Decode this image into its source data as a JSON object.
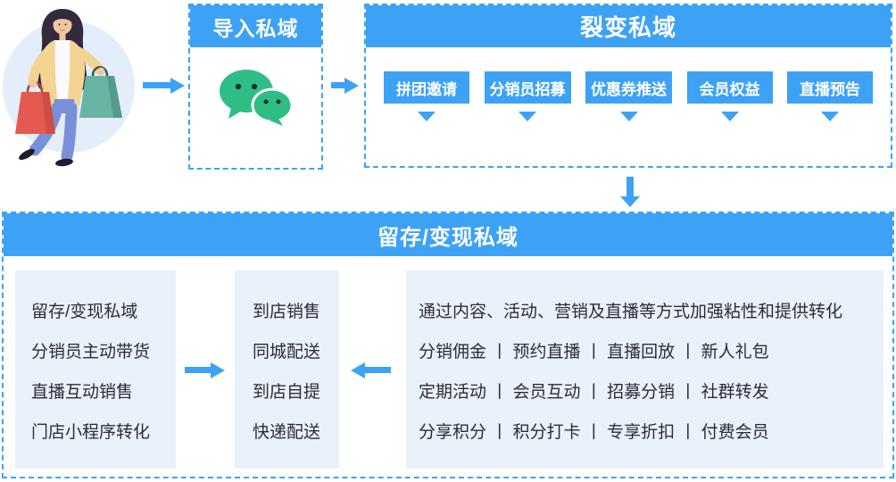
{
  "diagram": {
    "name": "private-domain-marketing-flow",
    "accent_color": "#3da2f5",
    "panel_color": "#e9f1fb",
    "wechat_green": "#2ebd85",
    "text_color": "#2c2c36"
  },
  "import_box": {
    "title": "导入私域",
    "icon": "wechat-icon"
  },
  "fission_box": {
    "title": "裂变私域",
    "buttons": [
      "拼团邀请",
      "分销员招募",
      "优惠券推送",
      "会员权益",
      "直播预告"
    ]
  },
  "retention_box": {
    "title": "留存/变现私域",
    "left_panel": {
      "lines": [
        "留存/变现私域",
        "分销员主动带货",
        "直播互动销售",
        "门店小程序转化"
      ]
    },
    "middle_panel": {
      "lines": [
        "到店销售",
        "同城配送",
        "到店自提",
        "快递配送"
      ]
    },
    "right_panel": {
      "lines": [
        "通过内容、活动、营销及直播等方式加强粘性和提供转化",
        "分销佣金 丨 预约直播 丨 直播回放 丨 新人礼包",
        "定期活动 丨 会员互动 丨 招募分销 丨 社群转发",
        "分享积分 丨 积分打卡 丨 专享折扣 丨 付费会员"
      ]
    }
  }
}
